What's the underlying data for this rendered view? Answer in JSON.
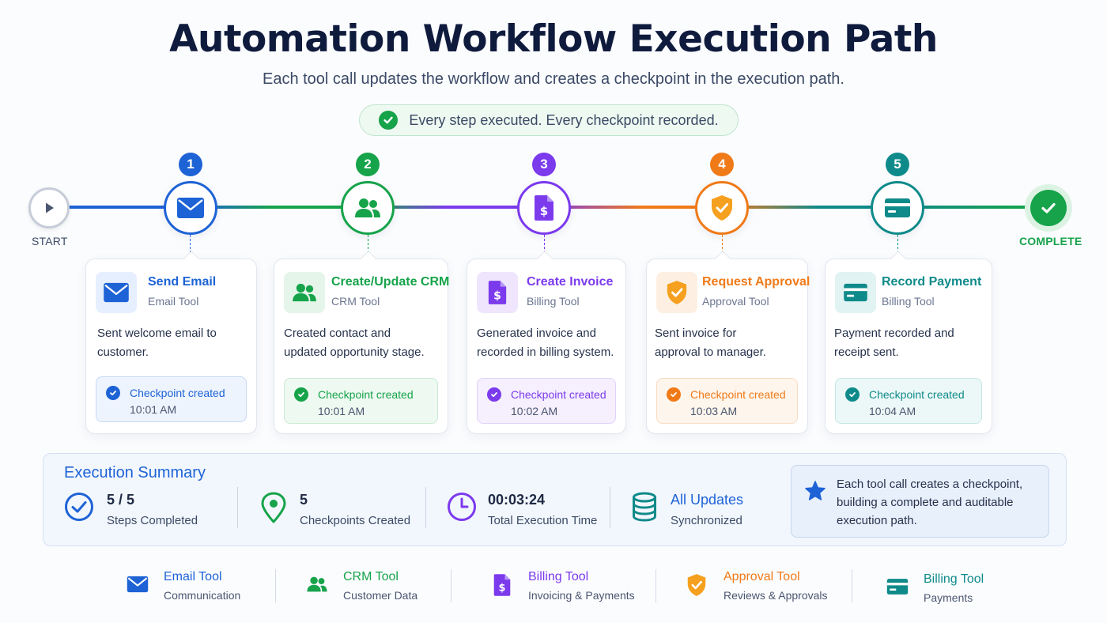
{
  "header": {
    "title": "Automation Workflow Execution Path",
    "subtitle": "Each tool call updates the workflow and creates a checkpoint in the execution path.",
    "banner": "Every step executed. Every checkpoint recorded."
  },
  "timeline": {
    "start_label": "START",
    "complete_label": "COMPLETE"
  },
  "steps": [
    {
      "number": "1",
      "title": "Send Email",
      "tool": "Email Tool",
      "description": "Sent welcome email to customer.",
      "checkpoint_label": "Checkpoint created",
      "time": "10:01 AM",
      "icon": "mail-icon",
      "color": "#1e63d6"
    },
    {
      "number": "2",
      "title": "Create/Update CRM",
      "tool": "CRM Tool",
      "description": "Created contact and updated opportunity stage.",
      "checkpoint_label": "Checkpoint created",
      "time": "10:01 AM",
      "icon": "users-icon",
      "color": "#16a34a"
    },
    {
      "number": "3",
      "title": "Create Invoice",
      "tool": "Billing Tool",
      "description": "Generated invoice and recorded in billing system.",
      "checkpoint_label": "Checkpoint created",
      "time": "10:02 AM",
      "icon": "invoice-icon",
      "color": "#7c3aed"
    },
    {
      "number": "4",
      "title": "Request Approval",
      "tool": "Approval Tool",
      "description": "Sent invoice for approval to manager.",
      "checkpoint_label": "Checkpoint created",
      "time": "10:03 AM",
      "icon": "shield-check-icon",
      "color": "#f07a18"
    },
    {
      "number": "5",
      "title": "Record Payment",
      "tool": "Billing Tool",
      "description": "Payment recorded and receipt sent.",
      "checkpoint_label": "Checkpoint created",
      "time": "10:04 AM",
      "icon": "credit-card-icon",
      "color": "#0f8a8a"
    }
  ],
  "summary": {
    "title": "Execution Summary",
    "stats": [
      {
        "value": "5 / 5",
        "label": "Steps Completed",
        "icon": "check-circle-icon",
        "color": "#1e63d6"
      },
      {
        "value": "5",
        "label": "Checkpoints Created",
        "icon": "map-pin-icon",
        "color": "#16a34a"
      },
      {
        "value": "00:03:24",
        "label": "Total Execution Time",
        "icon": "clock-icon",
        "color": "#7c3aed"
      },
      {
        "value": "All Updates",
        "label": "Synchronized",
        "icon": "database-icon",
        "color": "#0f8a8a"
      }
    ],
    "note": "Each tool call creates a checkpoint, building a complete and auditable execution path.",
    "note_icon": "star-icon"
  },
  "legend": [
    {
      "name": "Email Tool",
      "desc": "Communication",
      "icon": "mail-icon",
      "color": "#1e63d6"
    },
    {
      "name": "CRM Tool",
      "desc": "Customer Data",
      "icon": "users-icon",
      "color": "#16a34a"
    },
    {
      "name": "Billing Tool",
      "desc": "Invoicing & Payments",
      "icon": "invoice-icon",
      "color": "#7c3aed"
    },
    {
      "name": "Approval Tool",
      "desc": "Reviews & Approvals",
      "icon": "shield-check-icon",
      "color": "#f07a18"
    },
    {
      "name": "Billing Tool",
      "desc": "Payments",
      "icon": "credit-card-icon",
      "color": "#0f8a8a"
    }
  ]
}
